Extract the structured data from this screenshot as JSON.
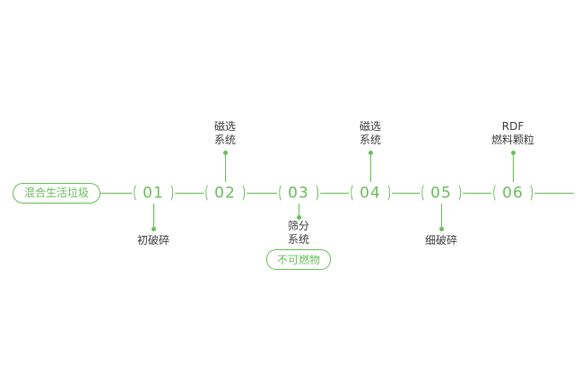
{
  "diagram": {
    "title": "waste-processing-flow",
    "start_badge": "混合生活垃圾",
    "steps": [
      {
        "number": "01",
        "label": "初破碎",
        "position": "below"
      },
      {
        "number": "02",
        "label": "磁选\n系统",
        "position": "above"
      },
      {
        "number": "03",
        "label": "筛分\n系统",
        "position": "below",
        "badge": "不可燃物"
      },
      {
        "number": "04",
        "label": "磁选\n系统",
        "position": "above"
      },
      {
        "number": "05",
        "label": "细破碎",
        "position": "below"
      },
      {
        "number": "06",
        "label": "RDF\n燃料颗粒",
        "position": "above"
      }
    ]
  },
  "colors": {
    "green": "#6abf5b",
    "label_text": "#404040",
    "background": "#ffffff"
  }
}
